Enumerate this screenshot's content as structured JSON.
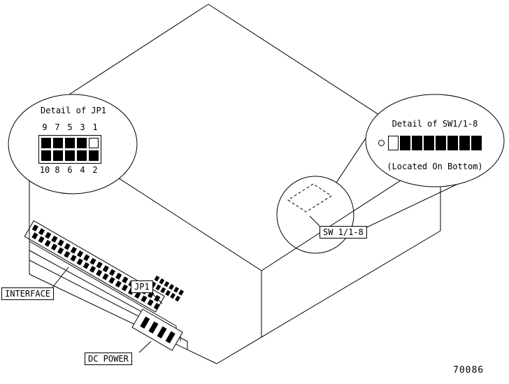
{
  "figure_number": "70086",
  "callout_jp1": {
    "title": "Detail of JP1",
    "pin_numbers_top": [
      "9",
      "7",
      "5",
      "3",
      "1"
    ],
    "pin_numbers_bottom": [
      "10",
      "8",
      "6",
      "4",
      "2"
    ],
    "jumpers_top_filled": [
      true,
      true,
      true,
      true,
      false
    ],
    "jumpers_bottom_filled": [
      true,
      true,
      true,
      true,
      true
    ]
  },
  "callout_sw1": {
    "title": "Detail of SW1/1-8",
    "note": "(Located On Bottom)",
    "switches_filled": [
      false,
      true,
      true,
      true,
      true,
      true,
      true,
      true
    ]
  },
  "labels": {
    "interface": "INTERFACE",
    "jp1": "JP1",
    "dc_power": "DC POWER",
    "sw1": "SW 1/1-8"
  },
  "colors": {
    "line": "#000000",
    "background": "#ffffff"
  }
}
